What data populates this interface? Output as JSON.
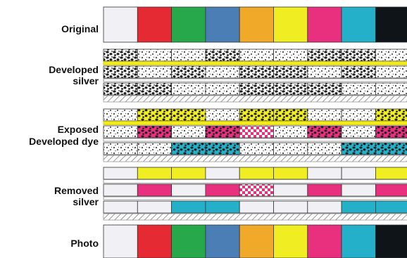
{
  "labels": {
    "original": "Original",
    "developed_silver_1": "Developed",
    "developed_silver_2": "silver",
    "exposed_developed_dye_1": "Exposed",
    "exposed_developed_dye_2": "Developed dye",
    "removed_silver_1": "Removed",
    "removed_silver_2": "silver",
    "photo": "Photo"
  },
  "colors": {
    "white": "#f1f0f5",
    "red": "#e52a33",
    "green": "#27a84a",
    "blue": "#4a7eb4",
    "orange": "#f0a928",
    "yellow": "#f0ee22",
    "magenta": "#e8307f",
    "cyan": "#23b0c8",
    "black": "#0f1419",
    "silver_grain": "#2a2a2a",
    "gap_yellow": "#f2ea1a"
  },
  "original_patches": [
    "white",
    "red",
    "green",
    "blue",
    "orange",
    "yellow",
    "magenta",
    "cyan",
    "black"
  ],
  "photo_patches": [
    "white",
    "red",
    "green",
    "blue",
    "orange",
    "yellow",
    "magenta",
    "cyan",
    "black"
  ],
  "dye_layers": {
    "yellow_layer": [
      0,
      1,
      1,
      0,
      1,
      1,
      0,
      0,
      1
    ],
    "magenta_layer": [
      0,
      1,
      0,
      1,
      2,
      0,
      1,
      0,
      1
    ],
    "cyan_layer": [
      0,
      0,
      1,
      1,
      0,
      0,
      0,
      1,
      1
    ]
  },
  "silver_exposure": {
    "top_layer": [
      1,
      0,
      0,
      1,
      0,
      0,
      1,
      1,
      0
    ],
    "middle_layer": [
      1,
      0,
      1,
      0,
      2,
      1,
      0,
      1,
      0
    ],
    "bottom_layer": [
      1,
      1,
      0,
      0,
      1,
      1,
      1,
      0,
      0
    ]
  }
}
